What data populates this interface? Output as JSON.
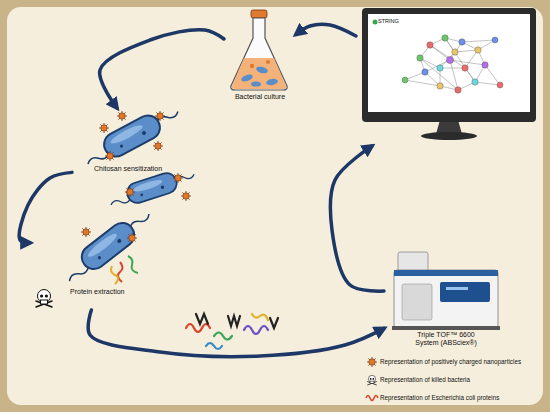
{
  "diagram": {
    "nodes": [
      {
        "text": [
          "Bacterial culture"
        ]
      },
      {
        "text": [
          "Chitosan sensitization"
        ]
      },
      {
        "text": [
          "Protein extraction"
        ]
      },
      {
        "text": [
          "Triple TOF™ 6600 System (ABSciex®)"
        ]
      },
      {
        "text": [
          "STRING"
        ]
      }
    ],
    "edges": [
      {
        "from": 0,
        "to": 1,
        "arrow": "to"
      },
      {
        "from": 1,
        "to": 2,
        "arrow": "to"
      },
      {
        "from": 2,
        "to": 3,
        "arrow": "to"
      },
      {
        "from": 3,
        "to": 4,
        "arrow": "to"
      },
      {
        "from": 4,
        "to": 0,
        "arrow": "to"
      }
    ],
    "legend": [
      {
        "text": "Representation of positively charged nanoparticles"
      },
      {
        "text": "Representation of killed bacteria"
      },
      {
        "text": "Representation of Escherichia coli proteins"
      }
    ]
  }
}
